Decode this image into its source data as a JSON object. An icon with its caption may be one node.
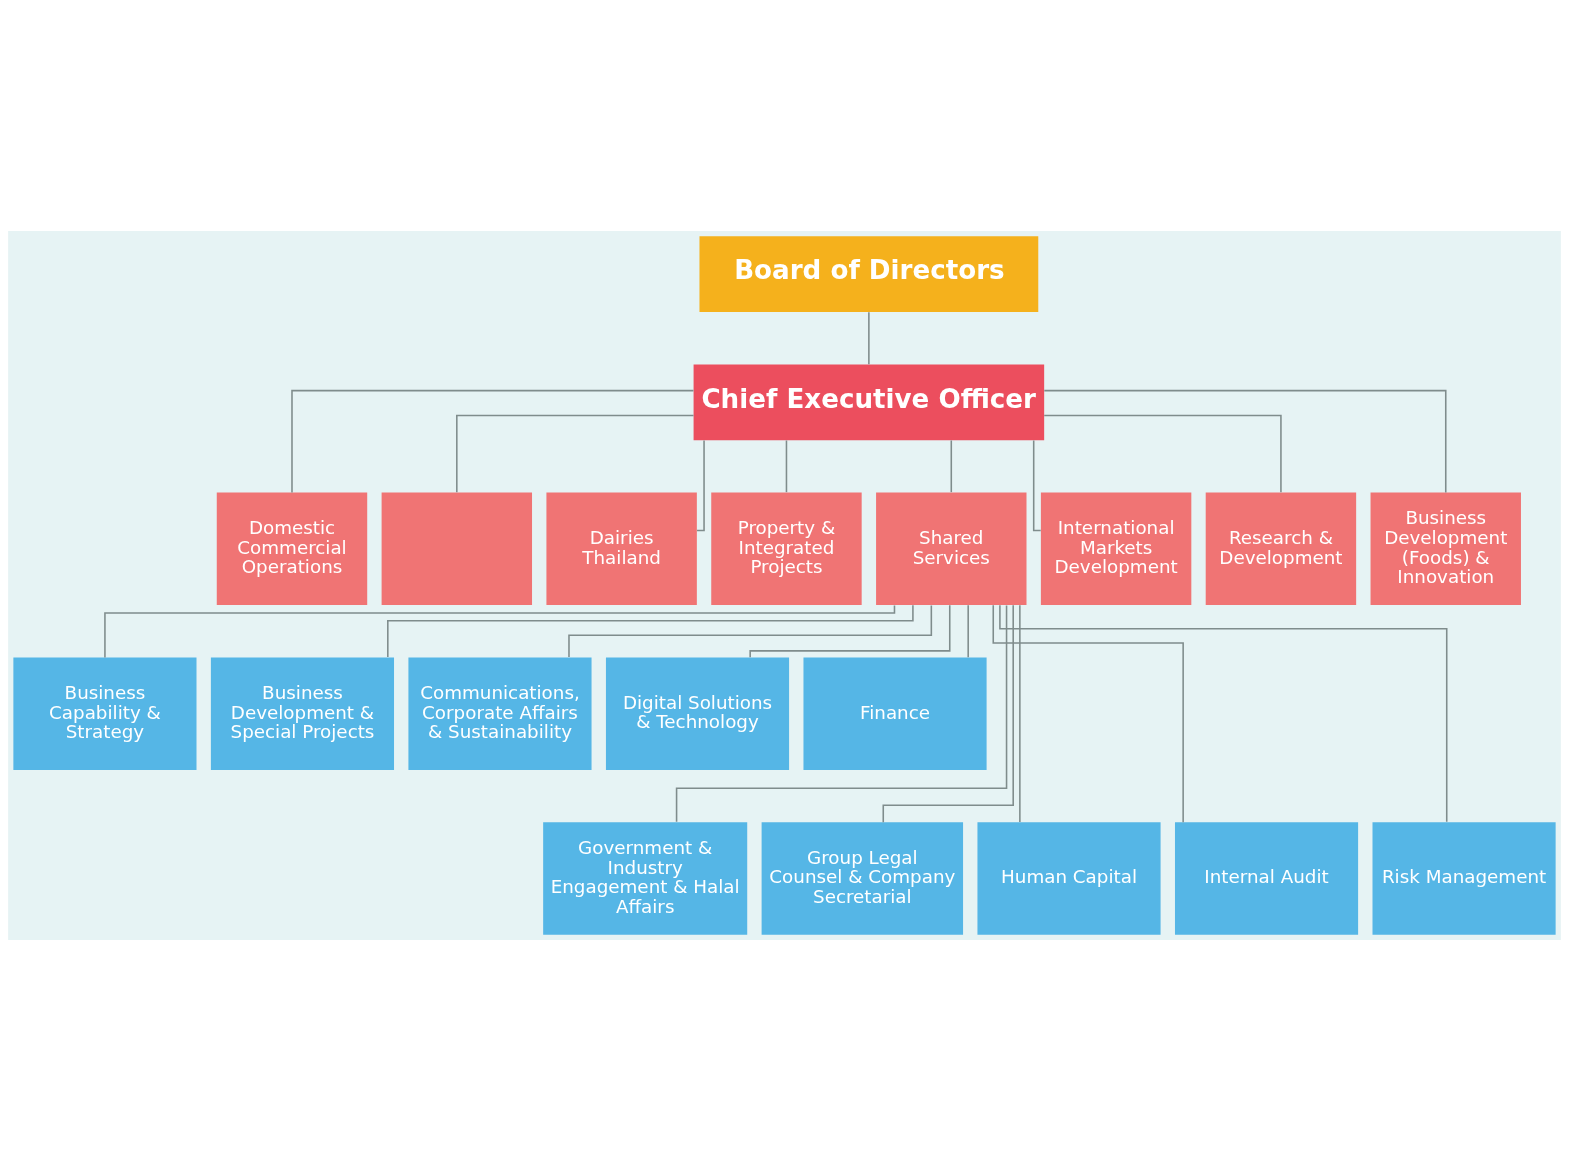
{
  "diagram": {
    "nodes": [
      {
        "text": [
          "Board of Directors"
        ]
      },
      {
        "text": [
          "Chief Executive Officer"
        ]
      },
      {
        "text": [
          "Domestic Commercial Operations"
        ]
      },
      {
        "text": [],
        "shape": "box"
      },
      {
        "text": [
          "Dairies Thailand"
        ]
      },
      {
        "text": [
          "Property & Integrated Projects"
        ]
      },
      {
        "text": [
          "Shared Services"
        ]
      },
      {
        "text": [
          "International Markets Development"
        ]
      },
      {
        "text": [
          "Research & Development"
        ]
      },
      {
        "text": [
          "Business Development (Foods) & Innovation"
        ]
      },
      {
        "text": [
          "Business Capability & Strategy"
        ]
      },
      {
        "text": [
          "Business Development & Special Projects"
        ]
      },
      {
        "text": [
          "Communications, Corporate Affairs & Sustainability"
        ]
      },
      {
        "text": [
          "Digital Solutions & Technology"
        ]
      },
      {
        "text": [
          "Finance"
        ]
      },
      {
        "text": [
          "Government & Industry Engagement & Halal Affairs"
        ]
      },
      {
        "text": [
          "Group Legal Counsel & Company Secretarial"
        ]
      },
      {
        "text": [
          "Human Capital"
        ]
      },
      {
        "text": [
          "Internal Audit"
        ]
      },
      {
        "text": [
          "Risk Management"
        ]
      }
    ],
    "edges": [
      {
        "from": 0,
        "to": 1,
        "arrow": "none"
      },
      {
        "from": 1,
        "to": 2,
        "arrow": "none"
      },
      {
        "from": 1,
        "to": 3,
        "arrow": "none"
      },
      {
        "from": 1,
        "to": 4,
        "arrow": "none"
      },
      {
        "from": 1,
        "to": 5,
        "arrow": "none"
      },
      {
        "from": 1,
        "to": 6,
        "arrow": "none"
      },
      {
        "from": 1,
        "to": 7,
        "arrow": "none"
      },
      {
        "from": 1,
        "to": 8,
        "arrow": "none"
      },
      {
        "from": 1,
        "to": 9,
        "arrow": "none"
      },
      {
        "from": 6,
        "to": 10,
        "arrow": "none"
      },
      {
        "from": 6,
        "to": 11,
        "arrow": "none"
      },
      {
        "from": 6,
        "to": 12,
        "arrow": "none"
      },
      {
        "from": 6,
        "to": 13,
        "arrow": "none"
      },
      {
        "from": 6,
        "to": 14,
        "arrow": "none"
      },
      {
        "from": 6,
        "to": 15,
        "arrow": "none"
      },
      {
        "from": 6,
        "to": 16,
        "arrow": "none"
      },
      {
        "from": 6,
        "to": 17,
        "arrow": "none"
      },
      {
        "from": 6,
        "to": 18,
        "arrow": "none"
      },
      {
        "from": 6,
        "to": 19,
        "arrow": "none"
      }
    ]
  }
}
